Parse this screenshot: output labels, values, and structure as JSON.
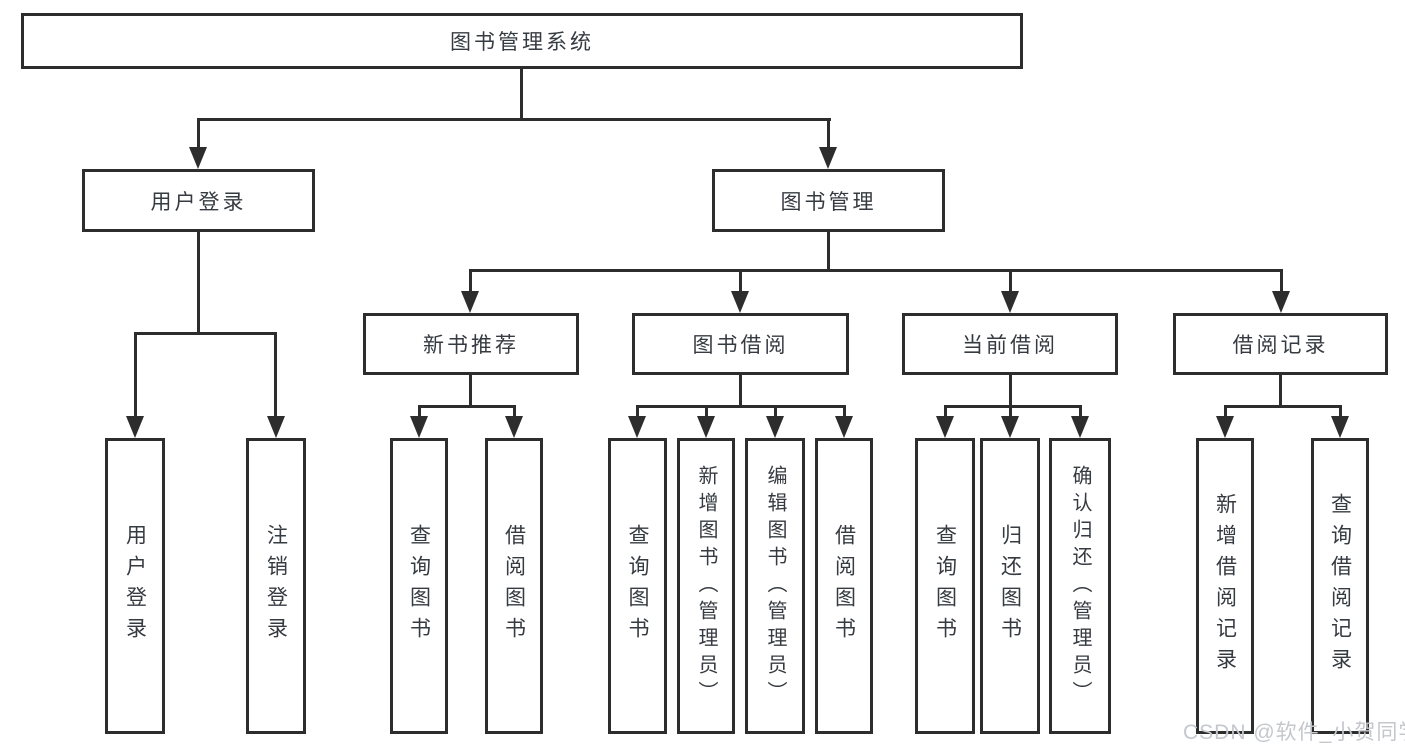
{
  "diagram": {
    "tree": {
      "root": "图书管理系统",
      "children": [
        {
          "label": "用户登录",
          "children": [
            "用户登录",
            "注销登录"
          ]
        },
        {
          "label": "图书管理",
          "children": [
            {
              "label": "新书推荐",
              "children": [
                "查询图书",
                "借阅图书"
              ]
            },
            {
              "label": "图书借阅",
              "children": [
                "查询图书",
                "新增图书（管理员）",
                "编辑图书（管理员）",
                "借阅图书"
              ]
            },
            {
              "label": "当前借阅",
              "children": [
                "查询图书",
                "归还图书",
                "确认归还（管理员）"
              ]
            },
            {
              "label": "借阅记录",
              "children": [
                "新增借阅记录",
                "查询借阅记录"
              ]
            }
          ]
        }
      ]
    },
    "watermark": "CSDN @软件_小贺同学",
    "colors": {
      "line": "#2d2d2d",
      "text": "#363b42",
      "watermark": "#c4c8cd",
      "background": "#ffffff"
    }
  }
}
